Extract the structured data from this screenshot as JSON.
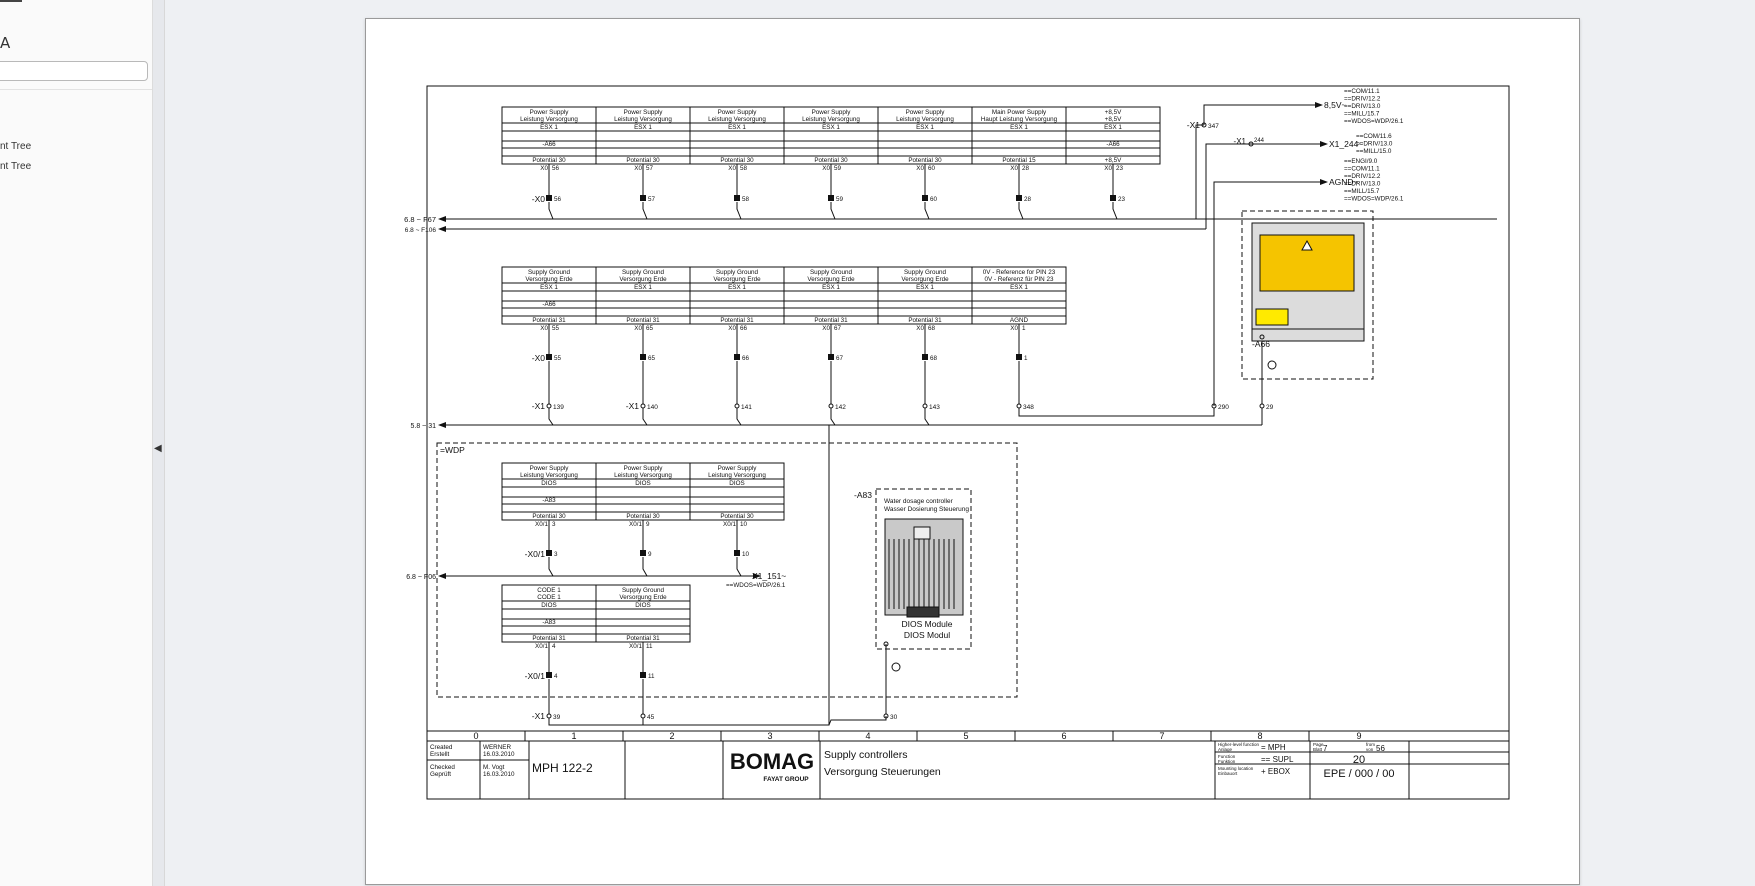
{
  "sidebar": {
    "font_icon": "A",
    "tree_items": [
      "nt Tree",
      "nt Tree"
    ]
  },
  "collapse_icon": "◀",
  "schematic": {
    "power_cols": [
      {
        "h1": "Power Supply",
        "h2": "Leistung Versorgung",
        "mod": "ESX 1",
        "dev": "-A66",
        "pot": "Potential 30",
        "term": "X0",
        "pin": "56"
      },
      {
        "h1": "Power Supply",
        "h2": "Leistung Versorgung",
        "mod": "ESX 1",
        "dev": "",
        "pot": "Potential 30",
        "term": "X0",
        "pin": "57"
      },
      {
        "h1": "Power Supply",
        "h2": "Leistung Versorgung",
        "mod": "ESX 1",
        "dev": "",
        "pot": "Potential 30",
        "term": "X0",
        "pin": "58"
      },
      {
        "h1": "Power Supply",
        "h2": "Leistung Versorgung",
        "mod": "ESX 1",
        "dev": "",
        "pot": "Potential 30",
        "term": "X0",
        "pin": "59"
      },
      {
        "h1": "Power Supply",
        "h2": "Leistung Versorgung",
        "mod": "ESX 1",
        "dev": "",
        "pot": "Potential 30",
        "term": "X0",
        "pin": "60"
      },
      {
        "h1": "Main Power Supply",
        "h2": "Haupt Leistung Versorgung",
        "mod": "ESX 1",
        "dev": "",
        "pot": "Potential 15",
        "term": "X0",
        "pin": "28"
      },
      {
        "h1": "+8,5V",
        "h2": "+8,5V",
        "mod": "ESX 1",
        "dev": "-A66",
        "pot": "+8,5V",
        "term": "X0",
        "pin": "23"
      }
    ],
    "ground_cols": [
      {
        "h1": "Supply Ground",
        "h2": "Versorgung Erde",
        "mod": "ESX 1",
        "dev": "-A66",
        "pot": "Potential 31",
        "term": "X0",
        "pin": "55"
      },
      {
        "h1": "Supply Ground",
        "h2": "Versorgung Erde",
        "mod": "ESX 1",
        "dev": "",
        "pot": "Potential 31",
        "term": "X0",
        "pin": "65"
      },
      {
        "h1": "Supply Ground",
        "h2": "Versorgung Erde",
        "mod": "ESX 1",
        "dev": "",
        "pot": "Potential 31",
        "term": "X0",
        "pin": "66"
      },
      {
        "h1": "Supply Ground",
        "h2": "Versorgung Erde",
        "mod": "ESX 1",
        "dev": "",
        "pot": "Potential 31",
        "term": "X0",
        "pin": "67"
      },
      {
        "h1": "Supply Ground",
        "h2": "Versorgung Erde",
        "mod": "ESX 1",
        "dev": "",
        "pot": "Potential 31",
        "term": "X0",
        "pin": "68"
      },
      {
        "h1": "0V - Reference for PIN 23",
        "h2": "0V - Referenz für PIN 23",
        "mod": "ESX 1",
        "dev": "",
        "pot": "AGND",
        "term": "X0",
        "pin": "1"
      }
    ],
    "dios_power_cols": [
      {
        "h1": "Power Supply",
        "h2": "Leistung Versorgung",
        "mod": "DIOS",
        "dev": "-A83",
        "pot": "Potential 30",
        "term": "X0/1",
        "pin": "3"
      },
      {
        "h1": "Power Supply",
        "h2": "Leistung Versorgung",
        "mod": "DIOS",
        "dev": "",
        "pot": "Potential 30",
        "term": "X0/1",
        "pin": "9"
      },
      {
        "h1": "Power Supply",
        "h2": "Leistung Versorgung",
        "mod": "DIOS",
        "dev": "",
        "pot": "Potential 30",
        "term": "X0/1",
        "pin": "10"
      }
    ],
    "dios_ground_cols": [
      {
        "h1": "CODE 1",
        "h2": "CODE 1",
        "mod": "DIOS",
        "dev": "-A83",
        "pot": "Potential 31",
        "term": "X0/1",
        "pin": "4"
      },
      {
        "h1": "Supply Ground",
        "h2": "Versorgung Erde",
        "mod": "DIOS",
        "dev": "",
        "pot": "Potential 31",
        "term": "X0/1",
        "pin": "11"
      }
    ],
    "labels": {
      "x0": "-X0",
      "x1": "-X1",
      "x01": "-X0/1",
      "f67": "6.8 ~ F67",
      "f106": "6.8 ~ F106",
      "net31": "5.8 ~ 31",
      "f06": "6.8 ~ F06",
      "x1_347": "-X1",
      "pin347": "347",
      "x1_244": "-X1",
      "pin244": "244",
      "x1_151": "X1_151~",
      "wdos": "==WDOS=WDP/26.1",
      "net85": "8,5V~",
      "net244": "X1_244~",
      "agnd": "AGND~",
      "wdp": "=WDP",
      "a66": "-A66",
      "a83": "-A83",
      "wdc1": "Water dosage controller",
      "wdc2": "Wasser Dosierung Steuerung",
      "dios1": "DIOS Module",
      "dios2": "DIOS Modul"
    },
    "x1_pins_row": [
      "139",
      "140",
      "141",
      "142",
      "143",
      "348",
      "290",
      "29"
    ],
    "x1_pins_bottom": [
      "39",
      "45",
      "30"
    ],
    "xref_85": [
      "==COM/11.1",
      "==DRIV/12.2",
      "==DRIV/13.0",
      "==MILL/15.7",
      "==WDOS=WDP/26.1"
    ],
    "xref_244": [
      "==COM/11.6",
      "==DRIV/13.0",
      "==MILL/15.0"
    ],
    "xref_agnd": [
      "==ENGI/9.0",
      "==COM/11.1",
      "==DRIV/12.2",
      "==DRIV/13.0",
      "==MILL/15.7",
      "==WDOS=WDP/26.1"
    ],
    "columns": [
      "0",
      "1",
      "2",
      "3",
      "4",
      "5",
      "6",
      "7",
      "8",
      "9"
    ]
  },
  "title_block": {
    "created_label1": "Created",
    "created_label2": "Erstellt",
    "created_by": "WERNER",
    "created_date": "16.03.2010",
    "checked_label1": "Checked",
    "checked_label2": "Geprüft",
    "checked_by": "M. Vogt",
    "checked_date": "16.03.2010",
    "machine": "MPH 122-2",
    "brand": "BOMAG",
    "brand_sub": "FAYAT GROUP",
    "title_en": "Supply controllers",
    "title_de": "Versorgung Steuerungen",
    "hl_label1": "Higher-level function",
    "hl_label2": "Anlage",
    "hl_value": "=  MPH",
    "fn_label1": "Function",
    "fn_label2": "Funktion",
    "fn_value": "== SUPL",
    "ml_label1": "Mounting location",
    "ml_label2": "Einbauort",
    "ml_value": "+  EBOX",
    "page_label1": "Page",
    "page_label2": "Blatt",
    "page_no": "7",
    "from_label1": "from",
    "from_label2": "von",
    "page_total": "56",
    "sheet": "20",
    "doc_no": "EPE / 000 / 00"
  }
}
